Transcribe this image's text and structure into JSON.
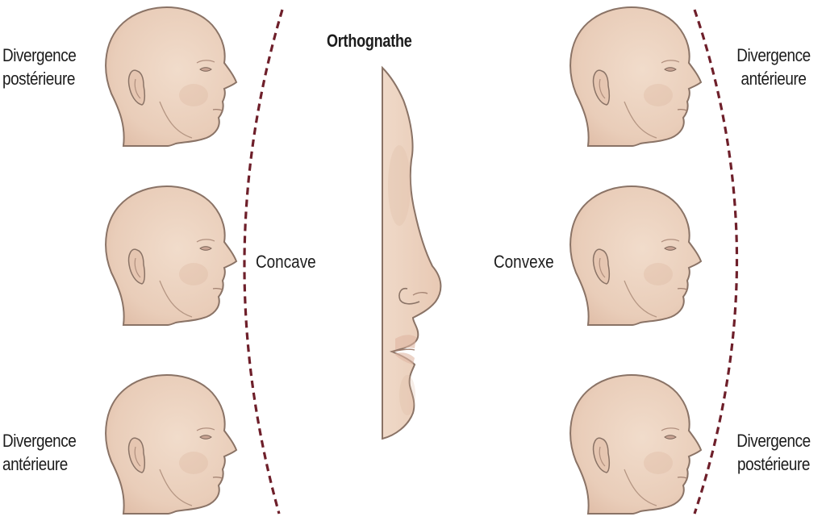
{
  "title": "Orthognathe",
  "center_labels": {
    "left": "Concave",
    "right": "Convexe"
  },
  "left_column": {
    "top": {
      "line1": "Divergence",
      "line2": "postérieure"
    },
    "bottom": {
      "line1": "Divergence",
      "line2": "antérieure"
    }
  },
  "right_column": {
    "top": {
      "line1": "Divergence",
      "line2": "antérieure"
    },
    "bottom": {
      "line1": "Divergence",
      "line2": "postérieure"
    }
  },
  "colors": {
    "skin": "#ecd2bf",
    "skin_shadow": "#dcb6a0",
    "outline": "#8a7366",
    "dash": "#6e1f2a",
    "text": "#1c1c1c"
  },
  "figures": [
    {
      "id": "left-top",
      "profile": "concave",
      "divergence": "postérieure"
    },
    {
      "id": "left-middle",
      "profile": "concave"
    },
    {
      "id": "left-bottom",
      "profile": "concave",
      "divergence": "antérieure"
    },
    {
      "id": "center",
      "profile": "orthognathe"
    },
    {
      "id": "right-top",
      "profile": "convexe",
      "divergence": "antérieure"
    },
    {
      "id": "right-middle",
      "profile": "convexe"
    },
    {
      "id": "right-bottom",
      "profile": "convexe",
      "divergence": "postérieure"
    }
  ]
}
